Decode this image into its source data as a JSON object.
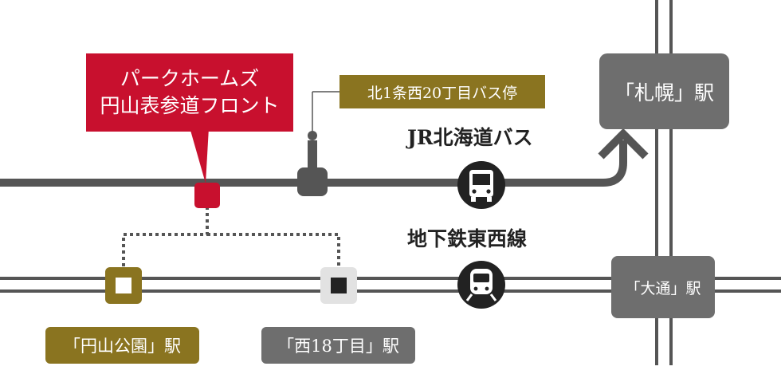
{
  "colors": {
    "accent_red": "#c8102e",
    "gold": "#8a7420",
    "gray_box": "#6e6e6e",
    "line_dark": "#555555",
    "white": "#ffffff"
  },
  "property": {
    "name_line1": "パークホームズ",
    "name_line2": "円山表参道フロント"
  },
  "bus_stop": {
    "label": "北1条西20丁目バス停"
  },
  "routes": {
    "bus": {
      "label": "JR北海道バス",
      "icon": "bus-icon"
    },
    "subway": {
      "label": "地下鉄東西線",
      "icon": "train-icon"
    }
  },
  "stations": {
    "sapporo": "「札幌」駅",
    "odori": "「大通」駅",
    "maruyama": "「円山公園」駅",
    "nishi18": "「西18丁目」駅"
  }
}
